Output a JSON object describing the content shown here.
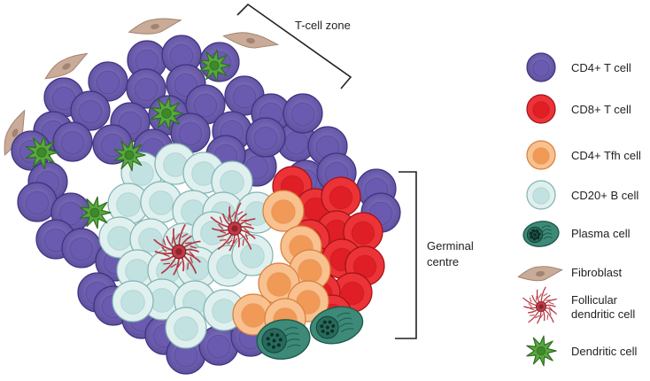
{
  "annotations": {
    "t_cell_zone": "T-cell zone",
    "germinal_centre_line1": "Germinal",
    "germinal_centre_line2": "centre"
  },
  "legend": {
    "cd4_t_cell": "CD4+ T cell",
    "cd8_t_cell": "CD8+ T cell",
    "cd4_tfh_cell": "CD4+ Tfh cell",
    "cd20_b_cell": "CD20+ B cell",
    "plasma_cell": "Plasma cell",
    "fibroblast": "Fibroblast",
    "follicular_line1": "Follicular",
    "follicular_line2": "dendritic cell",
    "dendritic_cell": "Dendritic cell"
  },
  "colors": {
    "cd4_outer": "#5b4e9e",
    "cd4_inner": "#7566b6",
    "cd8_outer": "#e8282c",
    "cd8_inner": "#f04f4c",
    "tfh_outer": "#f7b77c",
    "tfh_inner": "#f39c5a",
    "b_outer": "#d8eded",
    "b_inner": "#bfe0df",
    "plasma": "#3d8a78",
    "fibroblast": "#c9ab98",
    "fdc": "#b53a44",
    "dendritic": "#4f9a37"
  }
}
